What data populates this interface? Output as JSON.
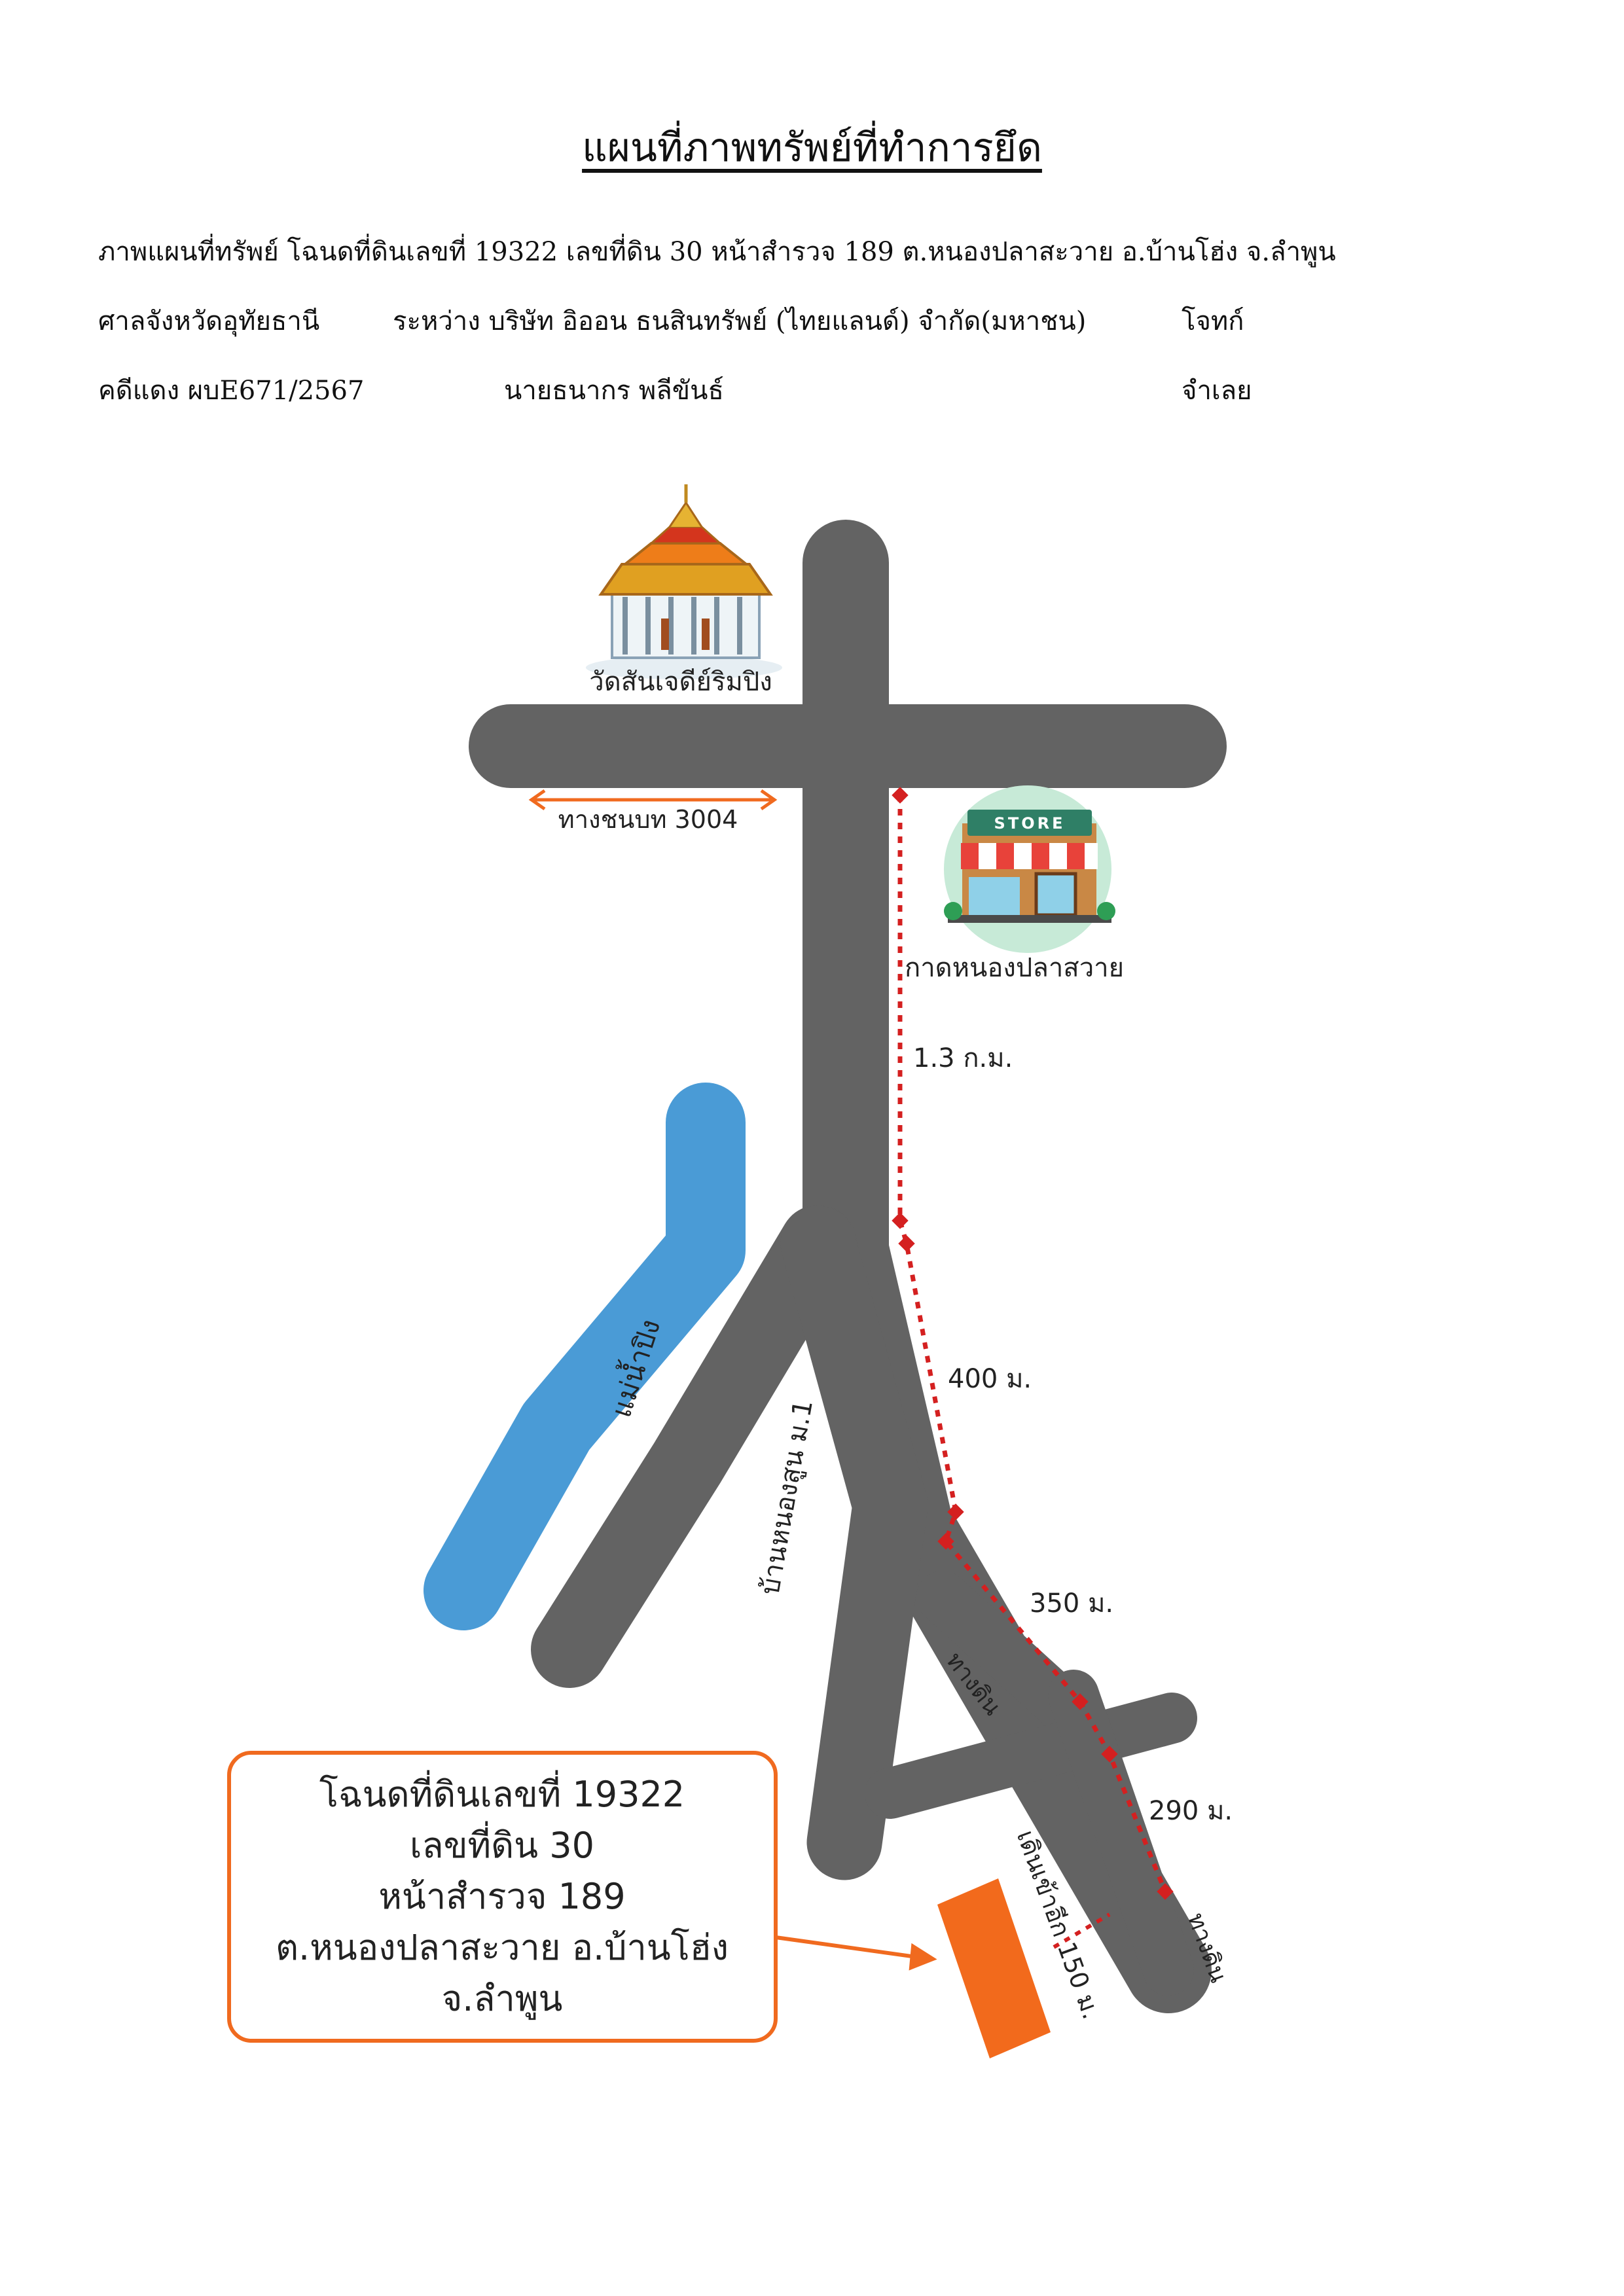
{
  "header": {
    "title": "แผนที่ภาพทรัพย์ที่ทำการยึด",
    "line1": "ภาพแผนที่ทรัพย์    โฉนดที่ดินเลขที่ 19322   เลขที่ดิน 30 หน้าสำรวจ 189 ต.หนองปลาสะวาย อ.บ้านโฮ่ง จ.ลำพูน",
    "court": "ศาลจังหวัดอุทัยธานี",
    "between": "ระหว่าง  บริษัท อิออน ธนสินทรัพย์ (ไทยแลนด์) จำกัด(มหาชน)",
    "plaintiff_role": "โจทก์",
    "case_no": "คดีแดง ผบE671/2567",
    "defendant": "นายธนากร พลีขันธ์",
    "defendant_role": "จำเลย"
  },
  "map": {
    "temple_label": "วัดสันเจดีย์ริมปิง",
    "road_label": "ทางชนบท 3004",
    "store_sign": "STORE",
    "store_label": "กาดหนองปลาสวาย",
    "river_label": "แม่น้ำปิง",
    "village_road_label": "บ้านหนองสูน ม.1",
    "dirt_road_label_1": "ทางดิน",
    "dirt_road_label_2": "ทางดิน",
    "walk_label": "เดินเข้าอีก 150 ม.",
    "distances": [
      "1.3 ก.ม.",
      "400 ม.",
      "350 ม.",
      "290 ม."
    ],
    "parcel_box": {
      "lines": [
        "โฉนดที่ดินเลขที่ 19322",
        "เลขที่ดิน 30",
        "หน้าสำรวจ 189",
        "ต.หนองปลาสะวาย อ.บ้านโฮ่ง",
        "จ.ลำพูน"
      ]
    },
    "colors": {
      "road": "#636363",
      "river": "#4a9bd6",
      "route": "#d42020",
      "accent": "#f06a1f",
      "parcel": "#f26a1c"
    }
  }
}
